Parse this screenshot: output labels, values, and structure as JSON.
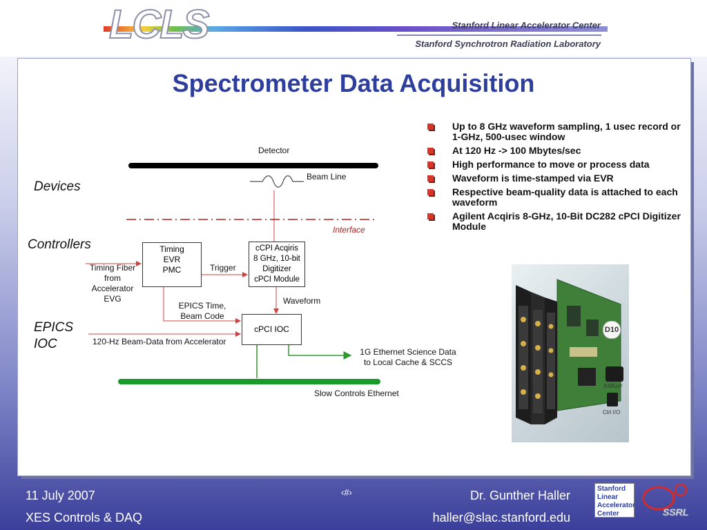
{
  "header": {
    "logo_text": "LCLS",
    "org_line1": "Stanford Linear Accelerator Center",
    "org_line2": "Stanford Synchrotron Radiation Laboratory"
  },
  "slide": {
    "title": "Spectrometer Data Acquisition"
  },
  "diagram": {
    "detector": "Detector",
    "beam_line": "Beam Line",
    "interface": "Interface",
    "devices": "Devices",
    "controllers": "Controllers",
    "epics_ioc_line1": "EPICS",
    "epics_ioc_line2": "IOC",
    "timing_evr": [
      "Timing",
      "EVR",
      "PMC"
    ],
    "trigger": "Trigger",
    "acqiris": [
      "cCPI Acqiris",
      "8 GHz, 10-bit",
      "Digitizer",
      "cPCI Module"
    ],
    "timing_fiber": [
      "Timing Fiber",
      "from",
      "Accelerator",
      "EVG"
    ],
    "waveform": "Waveform",
    "epics_time": [
      "EPICS Time,",
      "Beam Code"
    ],
    "cpci_ioc": "cPCI IOC",
    "beam_data": "120-Hz Beam-Data from Accelerator",
    "ethernet_science": [
      "1G Ethernet Science Data",
      "to Local Cache & SCCS"
    ],
    "slow_controls": "Slow Controls Ethernet"
  },
  "bullets": [
    "Up to 8 GHz waveform sampling, 1 usec record or 1-GHz, 500-usec window",
    "At 120 Hz -> 100 Mbytes/sec",
    "High performance to move or process data",
    "Waveform is time-stamped via EVR",
    "Respective beam-quality data is attached to each waveform",
    "Agilent Acqiris 8-GHz, 10-Bit DC282 cPCI Digitizer Module"
  ],
  "photo": {
    "badge": "D10",
    "asbus": "ASBus²",
    "ctrl": "Ctrl I/O"
  },
  "footer": {
    "date": "11 July 2007",
    "course": "XES Controls & DAQ",
    "page": "‹#›",
    "author": "Dr. Gunther Haller",
    "email": "haller@slac.stanford.edu",
    "slac_logo": [
      "Stanford",
      "Linear",
      "Accelerator",
      "Center"
    ],
    "ssrl": "SSRL"
  },
  "colors": {
    "title": "#2e3e9c",
    "bullet_marker": "#d6362a",
    "interface_line": "#b21e1e",
    "arrow_red": "#d04040",
    "arrow_green": "#2e9a2e",
    "slow_controls_bar": "#1a9a2a"
  }
}
